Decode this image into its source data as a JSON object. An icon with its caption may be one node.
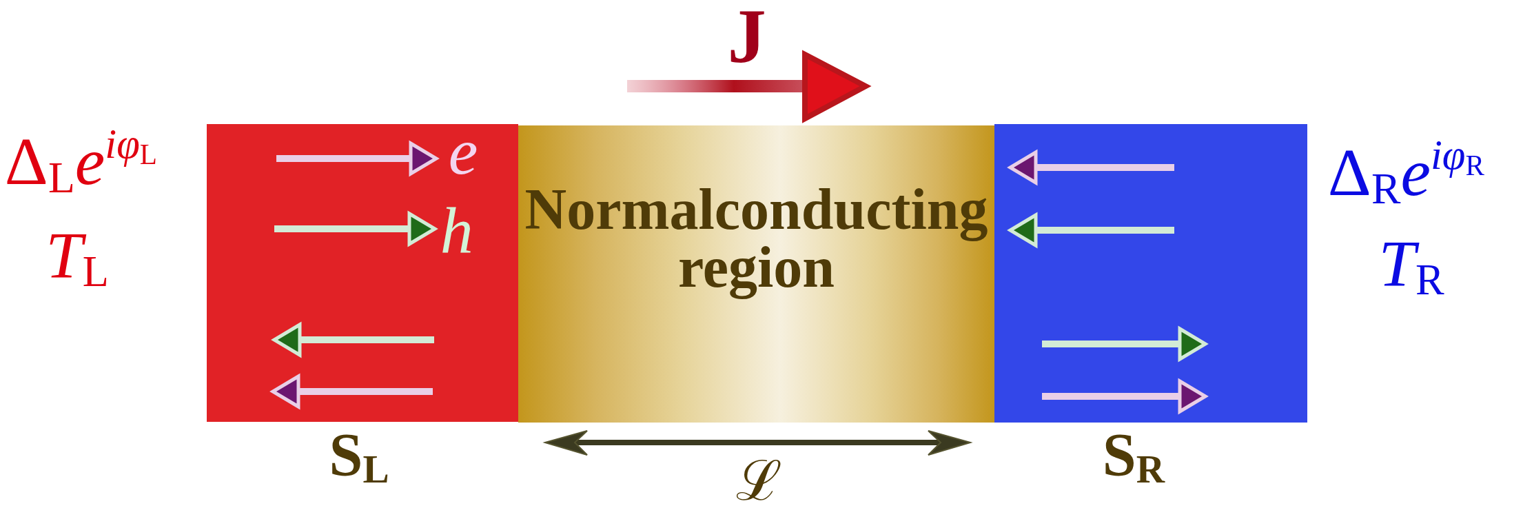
{
  "diagram": {
    "nodes": [
      {
        "text": [
          "S$_{L}$"
        ],
        "beside": [
          "Δ$_{L}$*e*$^{iφ}$$^{L}$",
          "*T*$_{L}$"
        ]
      },
      {
        "text": [
          "Normalconducting region"
        ]
      },
      {
        "text": [
          "S$_{R}$"
        ],
        "beside": [
          "Δ$_{R}$*e*$^{iφ}$$^{R}$",
          "*T*$_{R}$"
        ]
      }
    ],
    "labels": [
      "J",
      "e",
      "h",
      "ℒ"
    ]
  }
}
